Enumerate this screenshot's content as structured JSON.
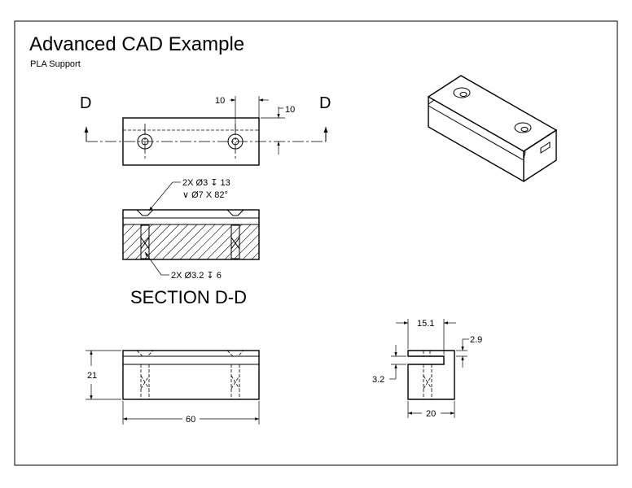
{
  "sheet": {
    "title": "Advanced CAD Example",
    "subtitle": "PLA Support"
  },
  "front_view": {
    "cut_label_left": "D",
    "cut_label_right": "D",
    "dim_hole_offset": "10",
    "dim_hole_height": "10"
  },
  "section_view": {
    "title": "SECTION D-D",
    "callout_top_line1": "2X Ø3 ↧ 13",
    "callout_top_line2": "∨ Ø7 X 82°",
    "callout_bottom": "2X Ø3.2 ↧ 6"
  },
  "side_view": {
    "dim_height": "21",
    "dim_length": "60"
  },
  "end_view": {
    "dim_slot_depth": "15.1",
    "dim_top_thickness": "2.9",
    "dim_slot_width": "3.2",
    "dim_width": "20"
  }
}
